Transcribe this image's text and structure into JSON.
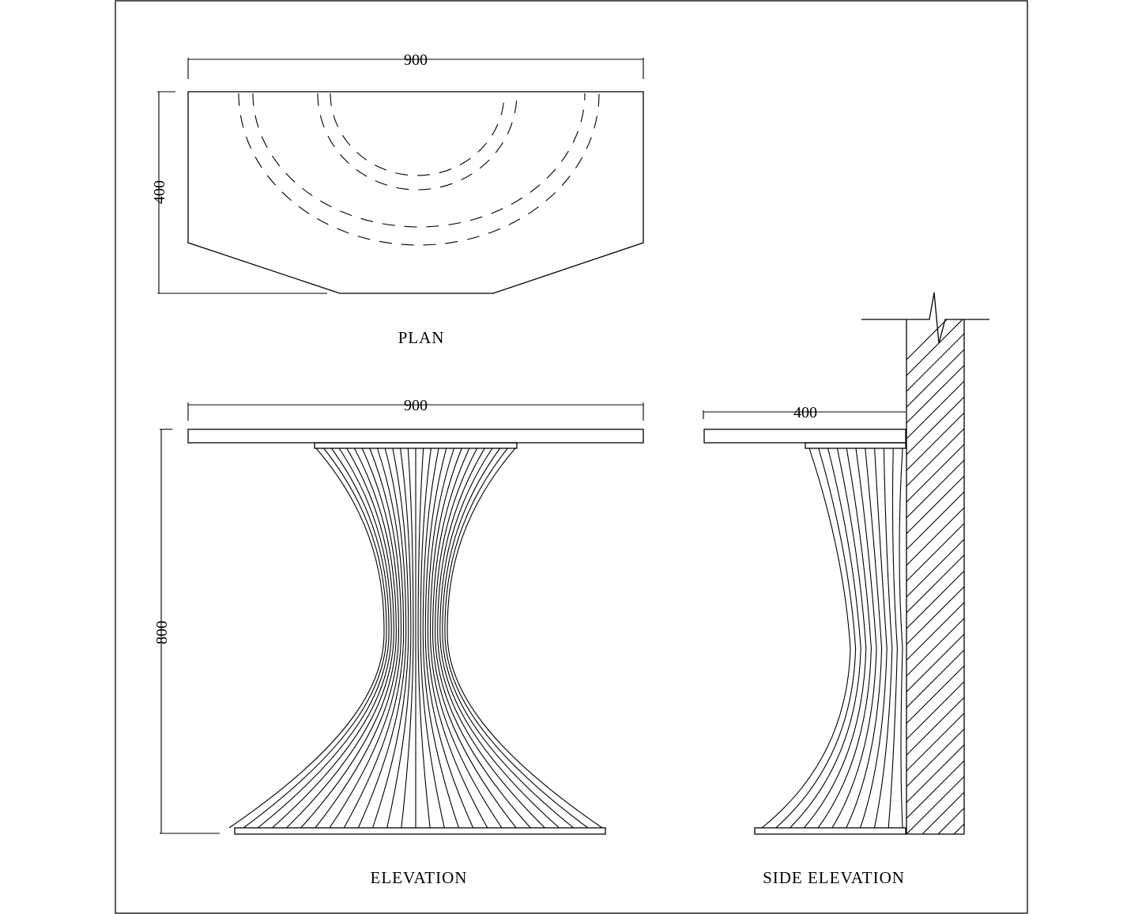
{
  "plan": {
    "title": "PLAN",
    "width_dim": "900",
    "depth_dim": "400"
  },
  "elevation": {
    "title": "ELEVATION",
    "width_dim": "900",
    "height_dim": "800"
  },
  "side_elevation": {
    "title": "SIDE ELEVATION",
    "depth_dim": "400"
  }
}
